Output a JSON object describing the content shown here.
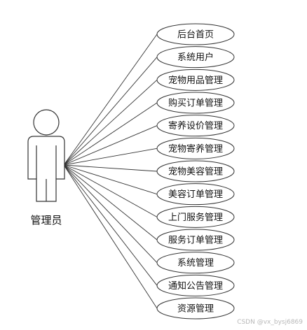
{
  "actor": {
    "label": "管理员"
  },
  "use_cases": [
    "后台首页",
    "系统用户",
    "宠物用品管理",
    "购买订单管理",
    "寄养设价管理",
    "宠物寄养管理",
    "宠物美容管理",
    "美容订单管理",
    "上门服务管理",
    "服务订单管理",
    "系统管理",
    "通知公告管理",
    "资源管理"
  ],
  "watermark": "CSDN @vx_bysj6869",
  "colors": {
    "stroke": "#333333",
    "ellipse_fill": "#ffffff"
  }
}
